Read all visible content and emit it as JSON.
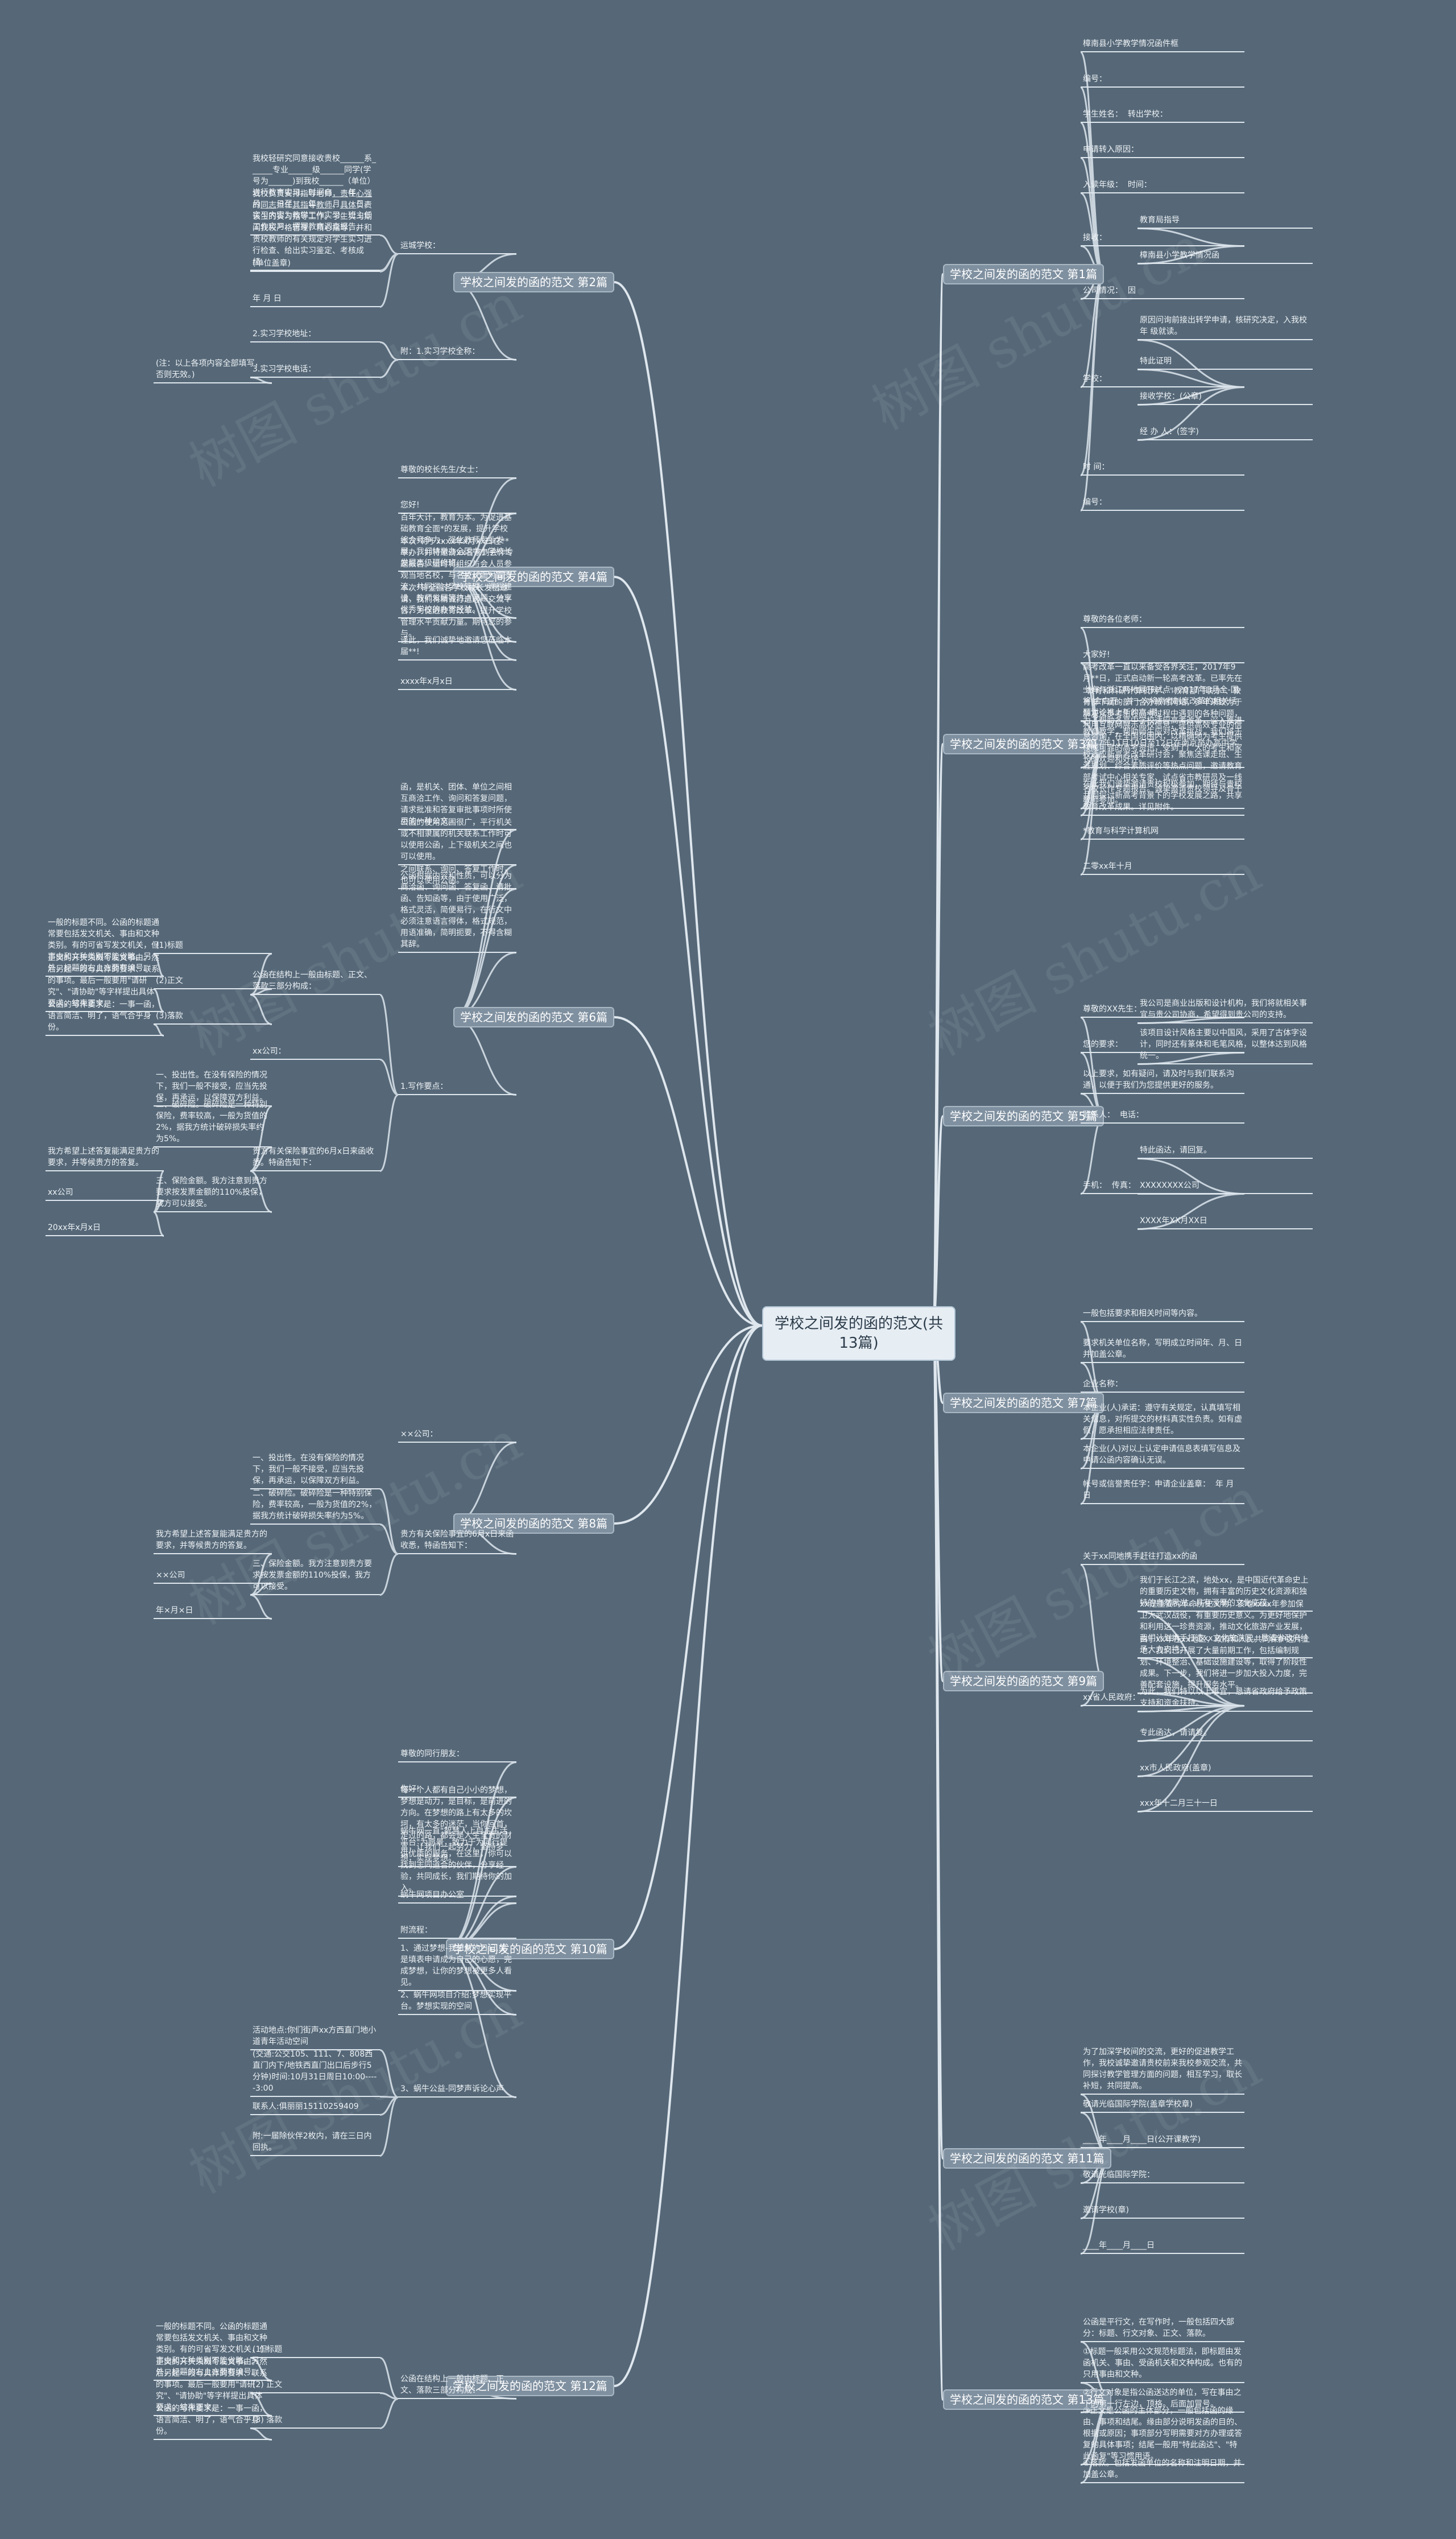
{
  "watermark": "树图 shutu.cn",
  "root": "学校之间发的函的范文(共13篇)",
  "branches": [
    {
      "id": "b1",
      "label": "学校之间发的函的范文 第1篇",
      "children": [
        {
          "id": "b1-1",
          "text": "樟南县小学教学情况函件框"
        },
        {
          "id": "b1-2",
          "text": "编号："
        },
        {
          "id": "b1-3",
          "text": "学生姓名：  转出学校："
        },
        {
          "id": "b1-4",
          "text": "申请转入原因："
        },
        {
          "id": "b1-5",
          "text": "入读年级：  时间："
        },
        {
          "id": "b1-6",
          "text": "接收：",
          "children": [
            {
              "id": "b1-6-1",
              "text": "教育局指导"
            },
            {
              "id": "b1-6-2",
              "text": "樟南县小学教学情况函"
            }
          ]
        },
        {
          "id": "b1-7",
          "text": "公司情况：  因"
        },
        {
          "id": "b1-8",
          "text": "学校：",
          "children": [
            {
              "id": "b1-8-1",
              "text": "原因问询前接出转学申请，核研究决定，入我校 年 级就读。"
            },
            {
              "id": "b1-8-2",
              "text": "特此证明"
            },
            {
              "id": "b1-8-3",
              "text": "接收学校：(公章)"
            },
            {
              "id": "b1-8-4",
              "text": "经 办 人：(签字)"
            }
          ]
        },
        {
          "id": "b1-9",
          "text": "时 间："
        },
        {
          "id": "b1-10",
          "text": "编号："
        }
      ]
    },
    {
      "id": "b2",
      "label": "学校之间发的函的范文 第2篇",
      "children": [
        {
          "id": "b2-1",
          "text": "运城学校：",
          "children": [
            {
              "id": "b2-1-1",
              "text": "我校轻研究同意接收贵校______系______专业______级______同学(学号为______)到我校______（单位）进行教育实习。时间自____年____月____日至____年____月____日。实习内容为教学工作实习、班主任工作实习、撰写教育调查报告。"
            },
            {
              "id": "b2-1-2",
              "text": "我校负责安排指导老师，责任心强的同志担任其指导教师，具体负责该生的实习指导工作。学生实习期间我校严格管理，精心指导，并和贵校教师的有关规定对学生实习进行检查、给出实习鉴定、考核成绩。"
            },
            {
              "id": "b2-1-3",
              "text": "(单位盖章)"
            },
            {
              "id": "b2-1-4",
              "text": "年 月 日"
            }
          ]
        },
        {
          "id": "b2-2",
          "text": "附：1.实习学校全称：",
          "children": [
            {
              "id": "b2-2-1",
              "text": "2.实习学校地址："
            },
            {
              "id": "b2-2-2",
              "text": "3.实习学校电话：",
              "children": [
                {
                  "id": "b2-2-2-1",
                  "text": "(注：以上各项内容全部填写，否则无效。)"
                }
              ]
            }
          ]
        }
      ]
    },
    {
      "id": "b3",
      "label": "学校之间发的函的范文 第3篇",
      "children": [
        {
          "id": "b3-1",
          "text": "尊敬的各位老师："
        },
        {
          "id": "b3-2",
          "text": "大家好!"
        },
        {
          "id": "b3-3",
          "text": "高考改革一直以来备受各界关注，2017年9月**日，正式启动新一轮高考改革。已率先在上海与浙江两地展开试点，2017年3月全-国-将-会启开，并一次将高考制度改革的相关话题讨论推上新的高-潮。"
        },
        {
          "id": "b3-4",
          "text": "\"教育和科研计算机网\"、\"教育部门联办\"、教育部下属的部门合办教育网站，多年来致力于解决众多考生在高考过程中遇到的各种问题，利用互联网展示高校信息，提供高效专业的信息咨询，在全国范围内，以精确地为考生提供权威可靠的高考资讯，受到了广大的考生和家长的欢迎和好评。"
        },
        {
          "id": "b3-5",
          "text": "为了帮助各高中学校适应高考改革，深入推进教育教学，帮助师生应对改革挑战，我们将于2017年11月10日至12日在南京举办高中学校适应新高考改革研讨会，聚焦选课走班、生涯规划、综合素质评价等热点问题，邀请教育部考试中心相关专家、试点省市教研员及一线名校长作专题报告。诚挚邀请贵校领导及骨干教师参加。"
        },
        {
          "id": "b3-6",
          "text": "在此我们诚挚邀请贵校积极参加，期待与贵校共同探讨新高考背景下的学校发展之路，共享教育改革成果。详见附件。"
        },
        {
          "id": "b3-7",
          "text": "*教育与科学计算机网"
        },
        {
          "id": "b3-8",
          "text": "二零xx年十月"
        }
      ]
    },
    {
      "id": "b4",
      "label": "学校之间发的函的范文 第4篇",
      "children": [
        {
          "id": "b4-1",
          "text": "尊敬的校长先生/女士："
        },
        {
          "id": "b4-2",
          "text": "您好!"
        },
        {
          "id": "b4-3",
          "text": "百年大计，教育为本。为促进基础教育全面*的发展，提升学校综合竞争力，强化教师专业发展，我们特举办全国中小学校长发展高级研修班。"
        },
        {
          "id": "b4-4",
          "text": "本次*将于xxxx年x月xx日在**举办，并将邀请xx名家到会作专题报告。届时将组织与会人员参观当地名校，与名校长面对面交流，共同探讨学校管理、课程建设、教师发展等热点问题，分享优秀学校的办学经验。"
        },
        {
          "id": "b4-5",
          "text": "本次*将全国各学校校长发出邀请，我们将精诚打造这一交流平台，为促进教育改革、提升学校管理水平贡献力量。期待您的参与。"
        },
        {
          "id": "b4-6",
          "text": "谨此，我们诚挚地邀请您莅临本届**!"
        },
        {
          "id": "b4-7",
          "text": "xxxx年x月x日"
        }
      ]
    },
    {
      "id": "b5",
      "label": "学校之间发的函的范文 第5篇",
      "children": [
        {
          "id": "b5-1",
          "text": "尊敬的XX先生：",
          "children": [
            {
              "id": "b5-1-1",
              "text": "我公司是商业出版和设计机构，我们将就相关事宜与贵公司协商，希望得到贵公司的支持。"
            }
          ]
        },
        {
          "id": "b5-2",
          "text": "您的要求：",
          "children": [
            {
              "id": "b5-2-1",
              "text": "该项目设计风格主要以中国风，采用了古体字设计，同时还有篆体和毛笔风格，以整体达到风格统一。"
            }
          ]
        },
        {
          "id": "b5-3",
          "text": "以上要求，如有疑问，请及时与我们联系沟通，以便于我们为您提供更好的服务。"
        },
        {
          "id": "b5-4",
          "text": "联系人：  电话："
        },
        {
          "id": "b5-5",
          "text": "手机：  传真：",
          "children": [
            {
              "id": "b5-5-1",
              "text": "特此函达，请回复。"
            },
            {
              "id": "b5-5-2",
              "text": "XXXXXXXX公司"
            },
            {
              "id": "b5-5-3",
              "text": "XXXX年XX月XX日"
            }
          ]
        }
      ]
    },
    {
      "id": "b6",
      "label": "学校之间发的函的范文 第6篇",
      "children": [
        {
          "id": "b6-1",
          "text": "函，是机关、团体、单位之间相互商洽工作、询问和答复问题，请求批准和答复审批事项时所使用的一种公文。"
        },
        {
          "id": "b6-2",
          "text": "公函的使用范围很广，平行机关或不相隶属的机关联系工作时可以使用公函，上下级机关之间也可以使用。"
        },
        {
          "id": "b6-3",
          "text": "之间联系、询问、答复工作时，也可以使用公函。"
        },
        {
          "id": "b6-4",
          "text": "公函根据内容和性质，可以分为商洽函、询问函、答复函、请批函、告知函等，由于使用广泛，格式灵活，简便易行，在行文中必须注意语言得体，格式规范，用语准确，简明扼要，不得含糊其辞。"
        },
        {
          "id": "b6-5",
          "text": "1.写作要点：",
          "children": [
            {
              "id": "b6-5-1",
              "text": "公函在结构上一般由标题、正文、落款三部分构成：",
              "children": [
                {
                  "id": "b6-5-1-1",
                  "text": "(1)标题",
                  "children": [
                    {
                      "id": "b6-5-1-1-1",
                      "text": "一般的标题不同。公函的标题通常要包括发文机关、事由和文种类别。有的可省写发文机关，但事由和文种类别不能省略。另外，标题的右上方要有编号。"
                    }
                  ]
                },
                {
                  "id": "b6-5-1-2",
                  "text": "(2)正文",
                  "children": [
                    {
                      "id": "b6-5-1-2-1",
                      "text": "正文的开头须概写发文事由。然后另起一段写具体的要求、联系的事项。最后一般要用\"请研究\"、\"请协助\"等字样提出具体要求，结束正文。"
                    }
                  ]
                },
                {
                  "id": "b6-5-1-3",
                  "text": "(3)落款",
                  "children": [
                    {
                      "id": "b6-5-1-3-1",
                      "text": "公函的写作要求是：一事一函，语言简洁、明了，语气合乎身份。"
                    }
                  ]
                }
              ]
            },
            {
              "id": "b6-5-2",
              "text": "xx公司："
            },
            {
              "id": "b6-5-3",
              "text": "贵方有关保险事宜的6月x日来函收悉。特函告知下：",
              "children": [
                {
                  "id": "b6-5-3-1",
                  "text": "一、投出性。在没有保险的情况下，我们一般不接受，应当先投保，再承运，以保障双方利益。"
                },
                {
                  "id": "b6-5-3-2",
                  "text": "二、破碎险。破碎险是一种特别保险，费率较高，一般为货值的2%，据我方统计破碎损失率约为5%。"
                },
                {
                  "id": "b6-5-3-3",
                  "text": "三、保险金额。我方注意到贵方要求按发票金额的110%投保，我方可以接受。",
                  "children": [
                    {
                      "id": "b6-5-3-3-1",
                      "text": "我方希望上述答复能满足贵方的要求，并等候贵方的答复。"
                    },
                    {
                      "id": "b6-5-3-3-2",
                      "text": "xx公司"
                    },
                    {
                      "id": "b6-5-3-3-3",
                      "text": "20xx年x月x日"
                    }
                  ]
                }
              ]
            }
          ]
        }
      ]
    },
    {
      "id": "b7",
      "label": "学校之间发的函的范文 第7篇",
      "children": [
        {
          "id": "b7-1",
          "text": "一般包括要求和相关时间等内容。"
        },
        {
          "id": "b7-2",
          "text": "要求机关单位名称，写明成立时间年、月、日并加盖公章。"
        },
        {
          "id": "b7-3",
          "text": "企业名称："
        },
        {
          "id": "b7-4",
          "text": "本企业(人)承诺：遵守有关规定，认真填写相关信息，对所提交的材料真实性负责。如有虚假，愿承担相应法律责任。"
        },
        {
          "id": "b7-5",
          "text": "本企业(人)对以上认定申请信息表填写信息及申请公函内容确认无误。"
        },
        {
          "id": "b7-6",
          "text": "帐号或信誉责任字：申请企业盖章：  年 月 日"
        }
      ]
    },
    {
      "id": "b8",
      "label": "学校之间发的函的范文 第8篇",
      "children": [
        {
          "id": "b8-1",
          "text": "××公司："
        },
        {
          "id": "b8-2",
          "text": "贵方有关保险事宜的6月x日来函收悉，特函告知下：",
          "children": [
            {
              "id": "b8-2-1",
              "text": "一、投出性。在没有保险的情况下，我们一般不接受，应当先投保，再承运，以保障双方利益。"
            },
            {
              "id": "b8-2-2",
              "text": "二、破碎险。破碎险是一种特别保险，费率较高，一般为货值的2%，据我方统计破碎损失率约为5%。"
            },
            {
              "id": "b8-2-3",
              "text": "三、保险金额。我方注意到贵方要求按发票金额的110%投保，我方可以接受。",
              "children": [
                {
                  "id": "b8-2-3-1",
                  "text": "我方希望上述答复能满足贵方的要求，并等候贵方的答复。"
                },
                {
                  "id": "b8-2-3-2",
                  "text": "××公司"
                },
                {
                  "id": "b8-2-3-3",
                  "text": "年×月×日"
                }
              ]
            }
          ]
        }
      ]
    },
    {
      "id": "b9",
      "label": "学校之间发的函的范文 第9篇",
      "children": [
        {
          "id": "b9-1",
          "text": "关于xx同地携手赶往打造xx的函"
        },
        {
          "id": "b9-2",
          "text": "xx省人民政府：",
          "children": [
            {
              "id": "b9-2-1",
              "text": "我们于长江之滨，地处xx，是中国近代革命史上的重要历史文物，拥有丰富的历史文化资源和独特的自然风光，具有深厚的文化底蕴。"
            },
            {
              "id": "b9-2-2",
              "text": "xx是重要的革命历史文物，该地xxxx年参加保卫大武汉战役，有重要历史意义。为更好地保护和利用这一珍贵资源，推动文化旅游产业发展，我们计划携手打造xx文化旅游区，恳请省政府给予大力支持。"
            },
            {
              "id": "b9-2-3",
              "text": "由于xx年在xx地区，政府和人民共同保护这片土地，我们已开展了大量前期工作，包括编制规划、环境整治、基础设施建设等，取得了阶段性成果。下一步，我们将进一步加大投入力度，完善配套设施，提升服务水平。"
            },
            {
              "id": "b9-2-4",
              "text": "为此，我们特以以上事宜，恳请省政府给予政策支持和资金扶持。"
            },
            {
              "id": "b9-2-5",
              "text": "专此函达，请请复。"
            },
            {
              "id": "b9-2-6",
              "text": "xx市人民政府(盖章)"
            },
            {
              "id": "b9-2-7",
              "text": "xxx年十二月三十一日"
            }
          ]
        }
      ]
    },
    {
      "id": "b10",
      "label": "学校之间发的函的范文 第10篇",
      "children": [
        {
          "id": "b10-1",
          "text": "尊敬的同行朋友："
        },
        {
          "id": "b10-2",
          "text": "你好!"
        },
        {
          "id": "b10-3",
          "text": "每一个人都有自己小小的梦想，梦想是动力，是目标，是前进的方向。在梦想的路上有太多的坎坷，有太多的迷茫，当你回首，走过的路，都会是人生宝贵的财富，让我们一起努力，坚持梦想，实现梦想。"
        },
        {
          "id": "b10-4",
          "text": "蜗牛网一直\"智慧人上自主生活平台\"为愿景，致力于为同行提供优质的服务，在这里，你可以找到志同道合的伙伴，分享经验，共同成长，我们期待你的加入。"
        },
        {
          "id": "b10-5",
          "text": "蜗牛网项目办公室"
        },
        {
          "id": "b10-6",
          "text": "附流程："
        },
        {
          "id": "b10-7",
          "text": "1、通过梦想-我想做的日记,或是填表申请成为自己的心愿，完成梦想，让你的梦想被更多人看见。"
        },
        {
          "id": "b10-8",
          "text": "2、蜗牛网项目介绍:梦想实现平台。梦想实现的空间"
        },
        {
          "id": "b10-9",
          "text": "3、蜗牛公益-同梦声诉论心声",
          "children": [
            {
              "id": "b10-9-1",
              "text": "活动地点:你们街声xx方西直门地小道青年活动空间"
            },
            {
              "id": "b10-9-2",
              "text": "(交通:公交105、111、7、808西直门内下/地铁西直门出口后步行5分钟)时间:10月31日周日10:00-----3:00"
            },
            {
              "id": "b10-9-3",
              "text": "联系人:俱丽丽15110259409"
            },
            {
              "id": "b10-9-4",
              "text": "附:一届除伙伴2枚内，请在三日内回执。"
            }
          ]
        }
      ]
    },
    {
      "id": "b11",
      "label": "学校之间发的函的范文 第11篇",
      "children": [
        {
          "id": "b11-1",
          "text": "为了加深学校间的交流，更好的促进教学工作，我校诚挚邀请贵校前来我校参观交流，共同探讨教学管理方面的问题，相互学习，取长补短，共同提高。"
        },
        {
          "id": "b11-2",
          "text": "敬请光临国际学院(盖章学校章)"
        },
        {
          "id": "b11-3",
          "text": "____年____月____日(公开课教学)"
        },
        {
          "id": "b11-4",
          "text": "敬请光临国际学院："
        },
        {
          "id": "b11-5",
          "text": "邀请学校(章)"
        },
        {
          "id": "b11-6",
          "text": "____年____月____日"
        }
      ]
    },
    {
      "id": "b12",
      "label": "学校之间发的函的范文 第12篇",
      "children": [
        {
          "id": "b12-1",
          "text": "公函在结构上一般由标题、正文、落款三部分构成：",
          "children": [
            {
              "id": "b12-1-1",
              "text": "(1) 标题",
              "children": [
                {
                  "id": "b12-1-1-1",
                  "text": "一般的标题不同。公函的标题通常要包括发文机关、事由和文种类别。有的可省写发文机关，但事由和文种类别不能省略。另外，标题的右上方要有编号。"
                }
              ]
            },
            {
              "id": "b12-1-2",
              "text": "(2) 正文",
              "children": [
                {
                  "id": "b12-1-2-1",
                  "text": "正文的开头须概写发文事由。然后另起一段写具体的要求、联系的事项。最后一般要用\"请研究\"、\"请协助\"等字样提出具体要求，结束正文。"
                }
              ]
            },
            {
              "id": "b12-1-3",
              "text": "(3) 落款",
              "children": [
                {
                  "id": "b12-1-3-1",
                  "text": "公函的写作要求是：一事一函，语言简洁、明了，语气合乎身份。"
                }
              ]
            }
          ]
        }
      ]
    },
    {
      "id": "b13",
      "label": "学校之间发的函的范文 第13篇",
      "children": [
        {
          "id": "b13-1",
          "text": "公函是平行文，在写作时，一般包括四大部分：标题、行文对象、正文、落款。"
        },
        {
          "id": "b13-2",
          "text": "①标题一般采用公文规范标题法，即标题由发函机关、事由、受函机关和文种构成。也有的只用事由和文种。"
        },
        {
          "id": "b13-3",
          "text": "②行文对象是指公函送达的单位，写在事由之下的第一行左边，顶格。后面加冒号。"
        },
        {
          "id": "b13-4",
          "text": "③正文是公函的主体部分，一般包括函的缘由、事项和结尾。缘由部分说明发函的目的、根据或原因；事项部分写明需要对方办理或答复的具体事项；结尾一般用\"特此函达\"、\"特此函复\"等习惯用语。"
        },
        {
          "id": "b13-5",
          "text": "④落款。包括发函单位的名称和注明日期，并加盖公章。"
        }
      ]
    }
  ]
}
